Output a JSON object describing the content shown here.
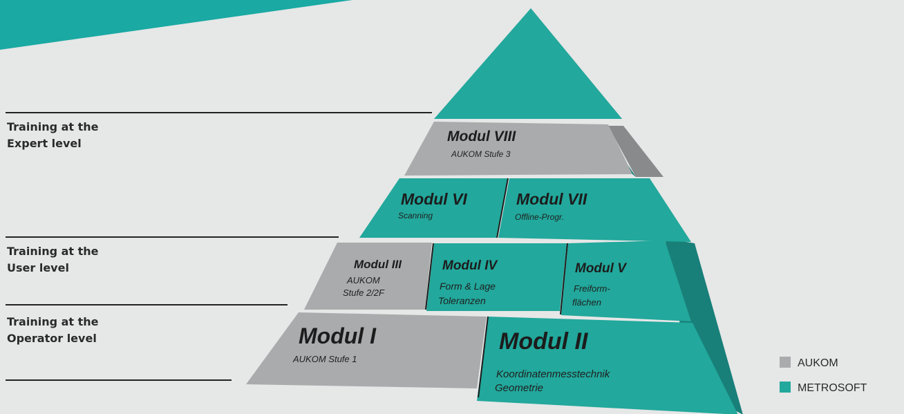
{
  "colors": {
    "aukom": "#a9abad",
    "metrosoft": "#22a89c",
    "banner": "#1aa9a3"
  },
  "levels": [
    {
      "label": "Training at the\nExpert level"
    },
    {
      "label": "Training at the\nUser level"
    },
    {
      "label": "Training at the\nOperator level"
    }
  ],
  "modules": {
    "m8": {
      "title": "Modul VIII",
      "sub": "AUKOM Stufe 3"
    },
    "m6": {
      "title": "Modul VI",
      "sub": "Scanning"
    },
    "m7": {
      "title": "Modul VII",
      "sub": "Offline-Progr."
    },
    "m3": {
      "title": "Modul III",
      "sub1": "AUKOM",
      "sub2": "Stufe 2/2F"
    },
    "m4": {
      "title": "Modul IV",
      "sub1": "Form & Lage",
      "sub2": "Toleranzen"
    },
    "m5": {
      "title": "Modul V",
      "sub1": "Freiform-",
      "sub2": "flächen"
    },
    "m1": {
      "title": "Modul I",
      "sub": "AUKOM Stufe 1"
    },
    "m2": {
      "title": "Modul II",
      "sub1": "Koordinatenmesstechnik",
      "sub2": "Geometrie"
    }
  },
  "legend": [
    {
      "label": "AUKOM",
      "color": "#a9abad"
    },
    {
      "label": "METROSOFT",
      "color": "#22a89c"
    }
  ]
}
